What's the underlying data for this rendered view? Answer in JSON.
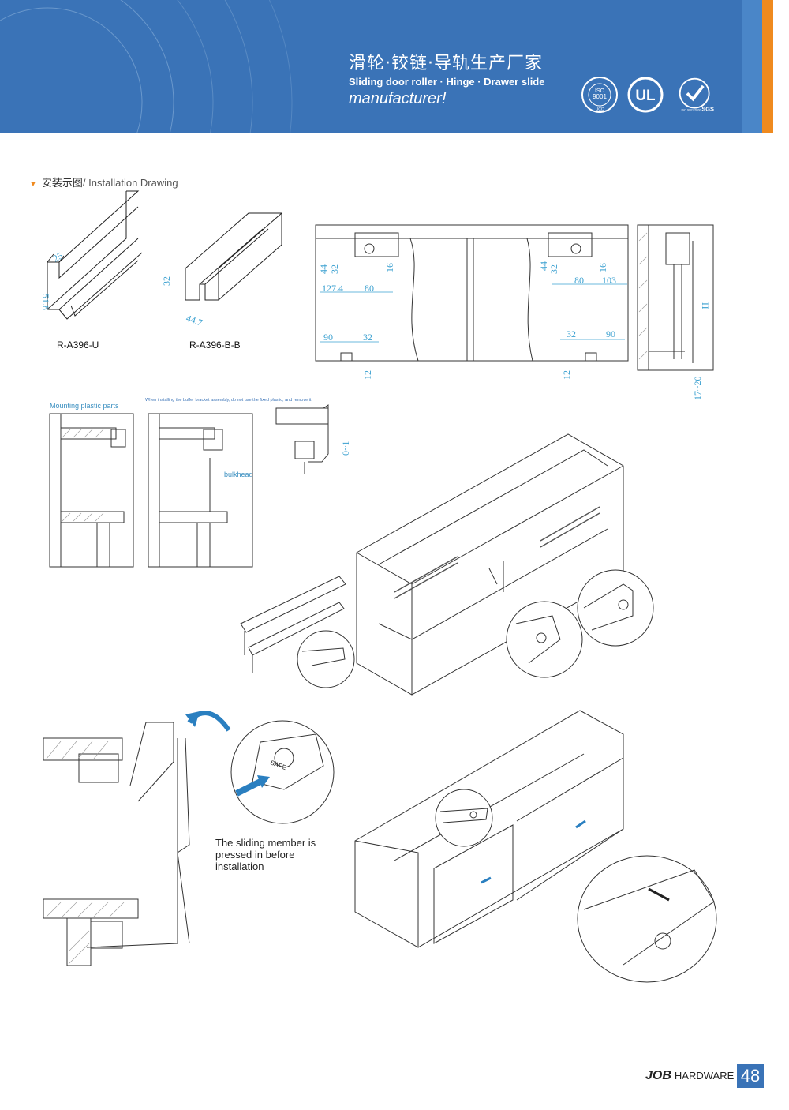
{
  "header": {
    "title_cn": "滑轮·铰链·导轨生产厂家",
    "title_en": "Sliding door roller · Hinge · Drawer slide",
    "title_en2": "manufacturer!",
    "certs": {
      "iso_top": "ISO",
      "iso_num": "9001",
      "iso_bottom": "UCC",
      "ul": "UL",
      "sgs": "SGS",
      "sgs_iso": "ISO 9001:2000"
    },
    "colors": {
      "blue": "#3a73b7",
      "orange": "#ef8a1f"
    }
  },
  "section": {
    "title_cn": "安装示图",
    "title_en": "/ Installation Drawing"
  },
  "profiles": {
    "u": {
      "name": "R-A396-U",
      "dim_w": "25",
      "dim_h": "51.8"
    },
    "bb": {
      "name": "R-A396-B-B",
      "dim_h": "32",
      "dim_w": "44.7"
    }
  },
  "elevation": {
    "dims": {
      "d44": "44",
      "d32": "32",
      "d16": "16",
      "d1274": "127.4",
      "d80": "80",
      "d90": "90",
      "d12": "12",
      "d103": "103",
      "dH": "H",
      "d1720": "17~20",
      "d01": "0~1"
    }
  },
  "mount": {
    "label1": "Mounting plastic parts",
    "label2": "When installing the buffer bracket assembly, do not use the fixed plastic, and remove it",
    "bulkhead": "bulkhead"
  },
  "note": "The sliding member is pressed in before installation",
  "safe_text": "SAFE",
  "footer": {
    "logo": "JOB",
    "brand": "HARDWARE",
    "page": "48"
  }
}
